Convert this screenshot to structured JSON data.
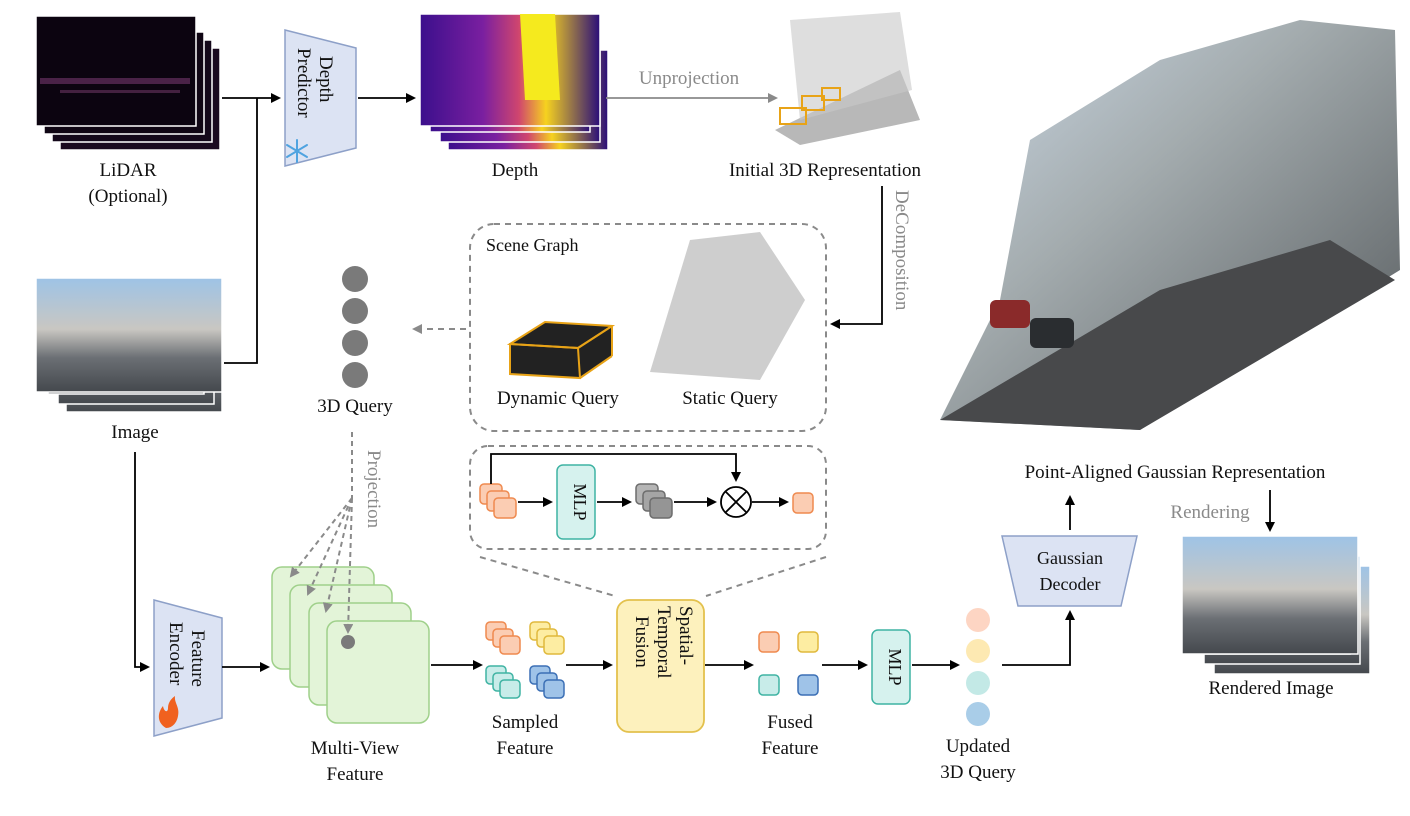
{
  "labels": {
    "lidar": "LiDAR",
    "lidar_sub": "(Optional)",
    "depth_predictor_1": "Depth",
    "depth_predictor_2": "Predictor",
    "depth": "Depth",
    "unprojection": "Unprojection",
    "initial_3d": "Initial 3D Representation",
    "decomposition": "DeComposition",
    "scene_graph": "Scene Graph",
    "dynamic_query": "Dynamic Query",
    "static_query": "Static Query",
    "query_3d": "3D Query",
    "image": "Image",
    "projection": "Projection",
    "mlp_inner": "MLP",
    "feature_encoder_1": "Feature",
    "feature_encoder_2": "Encoder",
    "multi_view_1": "Multi-View",
    "multi_view_2": "Feature",
    "sampled_1": "Sampled",
    "sampled_2": "Feature",
    "fusion_1": "Spatial-",
    "fusion_2": "Temporal",
    "fusion_3": "Fusion",
    "fused_1": "Fused",
    "fused_2": "Feature",
    "mlp_outer": "MLP",
    "updated_1": "Updated",
    "updated_2": "3D Query",
    "gaussian_decoder_1": "Gaussian",
    "gaussian_decoder_2": "Decoder",
    "point_aligned": "Point-Aligned Gaussian Representation",
    "rendering": "Rendering",
    "rendered_image": "Rendered Image"
  },
  "icons": {
    "frozen": "snowflake-icon",
    "trainable": "flame-icon"
  },
  "colors": {
    "predictor_fill": "#dce3f3",
    "predictor_stroke": "#8da0c8",
    "multiview_fill": "#e3f4d8",
    "multiview_stroke": "#9fd08a",
    "fusion_fill": "#fdf1bd",
    "fusion_stroke": "#e3c14d",
    "mlp_fill": "#d6f2ee",
    "mlp_stroke": "#3fb3a3",
    "orange_fill": "#fbcdb3",
    "orange_stroke": "#ef8a4f",
    "yellow_fill": "#fdeda2",
    "yellow_stroke": "#e0b93c",
    "teal_fill": "#c8ece9",
    "teal_stroke": "#3fb3a3",
    "blue_fill": "#9fc3e8",
    "blue_stroke": "#3b6fb5",
    "gray_query": "#7a7a7a",
    "dash_gray": "#8a8a8a"
  }
}
